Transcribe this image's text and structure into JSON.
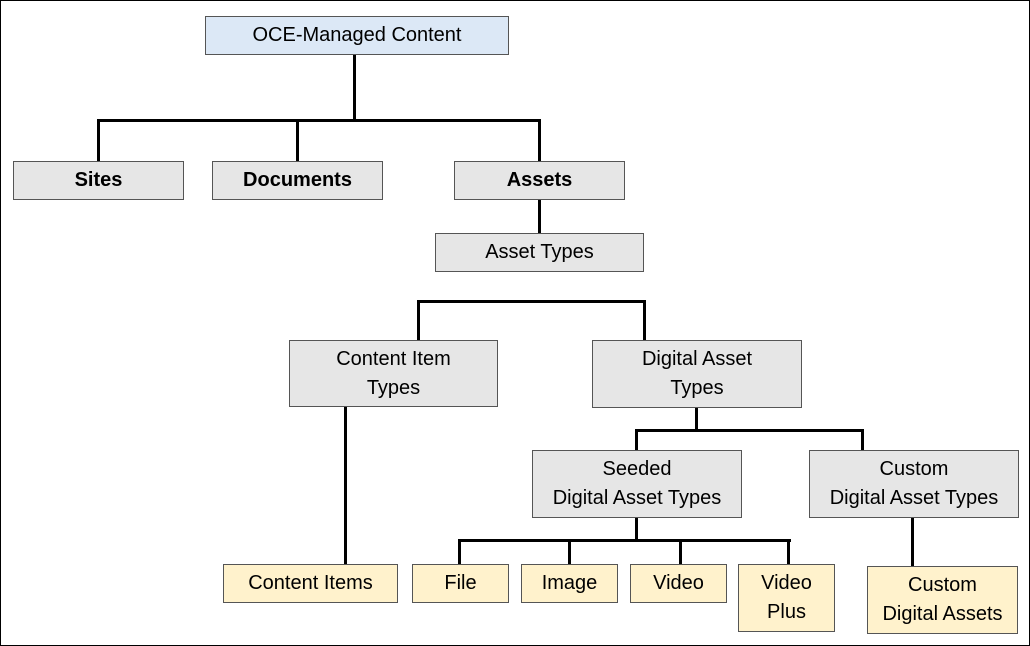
{
  "root": {
    "label": "OCE-Managed Content"
  },
  "level1": {
    "sites": "Sites",
    "documents": "Documents",
    "assets": "Assets"
  },
  "asset_types": "Asset Types",
  "level3": {
    "content_item_types": "Content Item\nTypes",
    "digital_asset_types": "Digital Asset\nTypes"
  },
  "level4": {
    "seeded": "Seeded\nDigital Asset Types",
    "custom": "Custom\nDigital Asset Types"
  },
  "leaves": {
    "content_items": "Content Items",
    "file": "File",
    "image": "Image",
    "video": "Video",
    "video_plus": "Video\nPlus",
    "custom_digital_assets": "Custom\nDigital Assets"
  },
  "colors": {
    "root_fill": "#dce8f6",
    "node_fill": "#e6e6e6",
    "leaf_fill": "#fff2cc",
    "connector": "#000000"
  }
}
